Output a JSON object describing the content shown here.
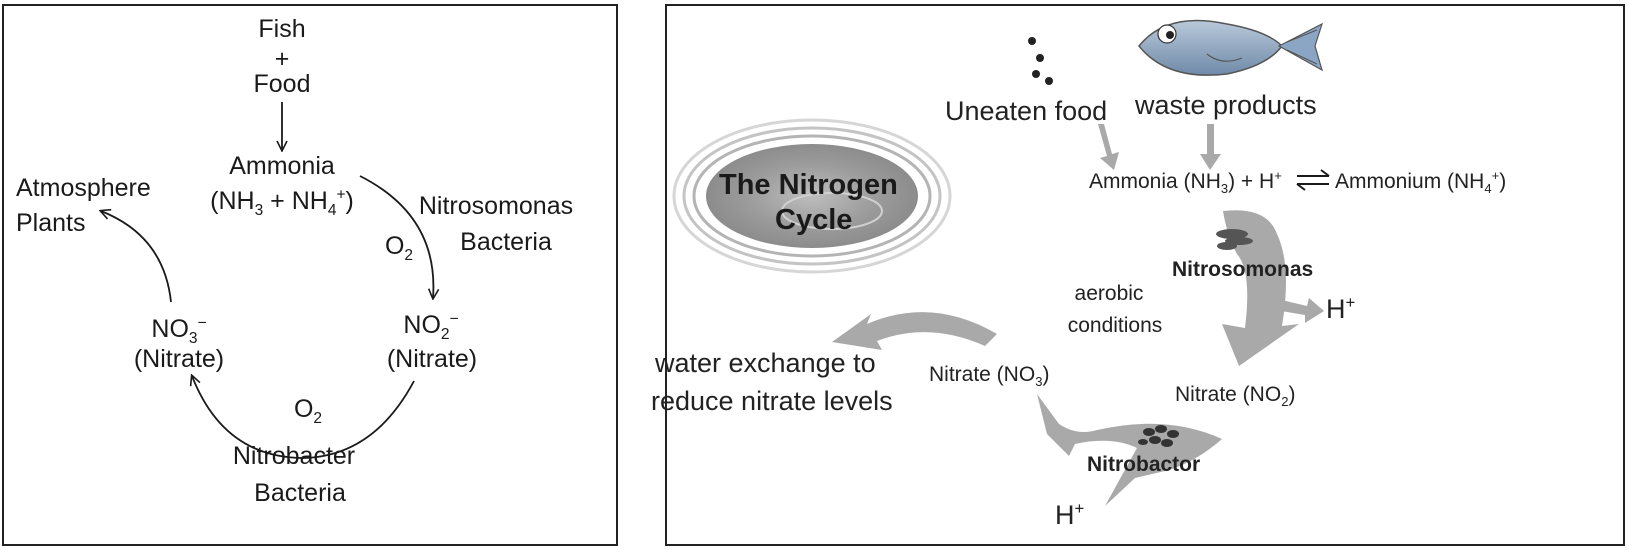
{
  "left": {
    "fish": "Fish",
    "plus": "+",
    "food": "Food",
    "ammonia": "Ammonia",
    "ammonia_formula": {
      "nh": "(NH",
      "nh_sub": "3",
      "plus": " + NH",
      "nh4_sub": "4",
      "nh4_sup": "+",
      "close": ")"
    },
    "nitrosomonas": "Nitrosomonas",
    "bacteria1": "Bacteria",
    "o2_top": {
      "o": "O",
      "sub": "2"
    },
    "no2": {
      "no": "NO",
      "sub": "2",
      "sup": "−"
    },
    "nitrate_right": "(Nitrate)",
    "no3": {
      "no": "NO",
      "sub": "3",
      "sup": "−"
    },
    "nitrate_left": "(Nitrate)",
    "o2_bottom": {
      "o": "O",
      "sub": "2"
    },
    "nitrobacter": "Nitrobacter",
    "bacteria2": "Bacteria",
    "atmosphere": "Atmosphere",
    "plants": "Plants"
  },
  "right": {
    "title_line1": "The Nitrogen",
    "title_line2": "Cycle",
    "uneaten_food": "Uneaten food",
    "waste_products": "waste products",
    "ammonia_eq": {
      "a": "Ammonia (NH",
      "a_sub": "3",
      "b": ") + H",
      "b_sup": "+",
      "c": "Ammonium (NH",
      "c_sub": "4",
      "c_sup": "+",
      "d": ")"
    },
    "nitrosomonas": "Nitrosomonas",
    "aerobic1": "aerobic",
    "aerobic2": "conditions",
    "h_plus_right": {
      "h": "H",
      "sup": "+"
    },
    "water_exchange1": "water exchange to",
    "water_exchange2": "reduce nitrate levels",
    "nitrate_no3": {
      "a": "Nitrate (NO",
      "sub": "3",
      "b": ")"
    },
    "nitrate_no2": {
      "a": "Nitrate (NO",
      "sub": "2",
      "b": ")"
    },
    "nitrobactor": "Nitrobactor",
    "h_plus_bottom": {
      "h": "H",
      "sup": "+"
    }
  },
  "colors": {
    "arrow_gray": "#a9a9a9",
    "ellipse_gray": "#9c9c9c",
    "fish_blue": "#8aa6c4",
    "text": "#1a1a1a"
  }
}
